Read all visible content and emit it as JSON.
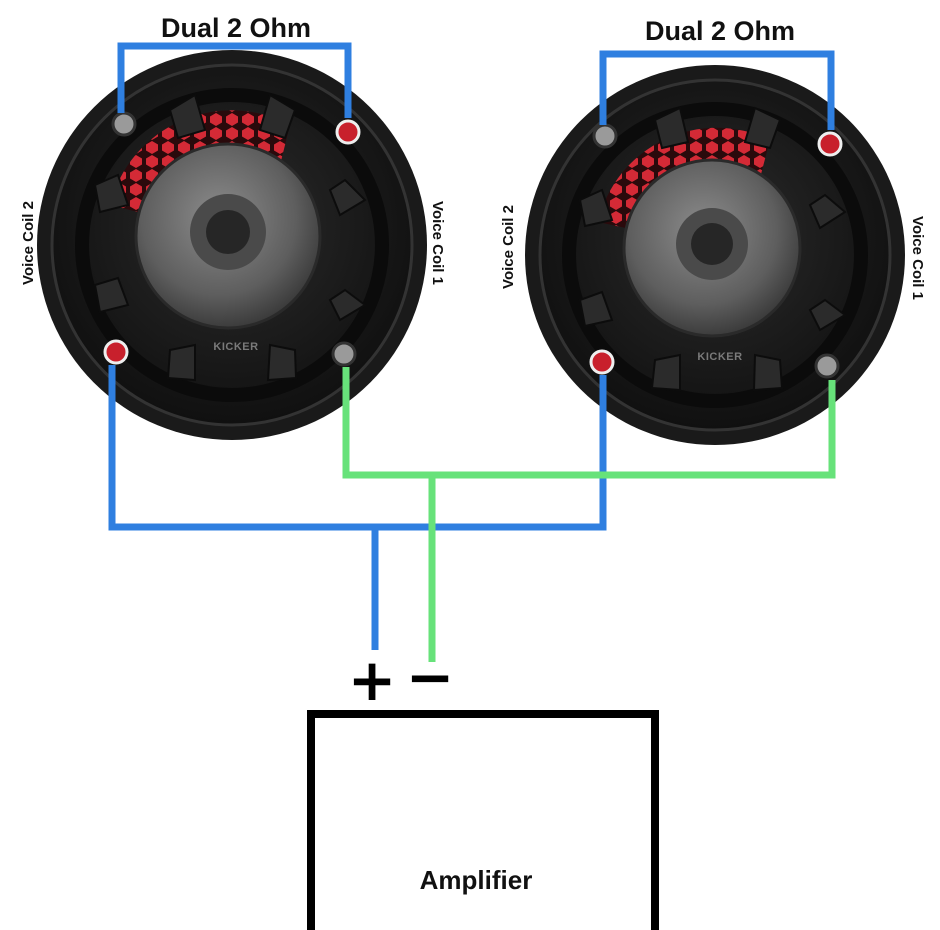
{
  "colors": {
    "positive_wire": "#2f7fe0",
    "negative_wire": "#67e27a",
    "outline": "#000000",
    "background": "#ffffff",
    "speaker_body": "#1c1c1c",
    "speaker_cone": "#6b6b6b",
    "accent_red": "#c8202c"
  },
  "speakers": [
    {
      "title": "Dual 2 Ohm",
      "coil_left_label": "Voice Coil 2",
      "coil_right_label": "Voice Coil 1",
      "brand": "KICKER"
    },
    {
      "title": "Dual 2 Ohm",
      "coil_left_label": "Voice Coil 2",
      "coil_right_label": "Voice Coil 1",
      "brand": "KICKER"
    }
  ],
  "terminals": {
    "positive": "+",
    "negative": "−"
  },
  "amplifier": {
    "label": "Amplifier"
  }
}
